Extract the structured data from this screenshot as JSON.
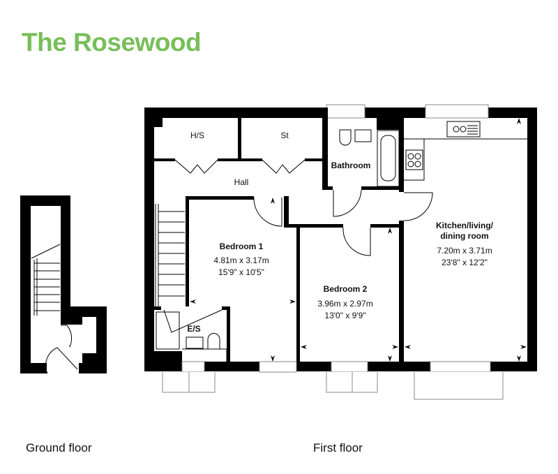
{
  "title": "The Rosewood",
  "brand_color": "#78be5a",
  "floors": {
    "ground": {
      "label": "Ground floor"
    },
    "first": {
      "label": "First floor",
      "rooms": {
        "hs": {
          "name": "H/S"
        },
        "st": {
          "name": "St"
        },
        "bathroom": {
          "name": "Bathroom"
        },
        "hall": {
          "name": "Hall"
        },
        "es": {
          "name": "E/S"
        },
        "bedroom1": {
          "name": "Bedroom 1",
          "metric": "4.81m x 3.17m",
          "imperial": "15'9\" x 10'5\""
        },
        "bedroom2": {
          "name": "Bedroom 2",
          "metric": "3.96m x 2.97m",
          "imperial": "13'0\" x 9'9\""
        },
        "kitchen": {
          "name_line1": "Kitchen/living/",
          "name_line2": "dining room",
          "metric": "7.20m x 3.71m",
          "imperial": "23'8\" x 12'2\""
        }
      }
    }
  }
}
